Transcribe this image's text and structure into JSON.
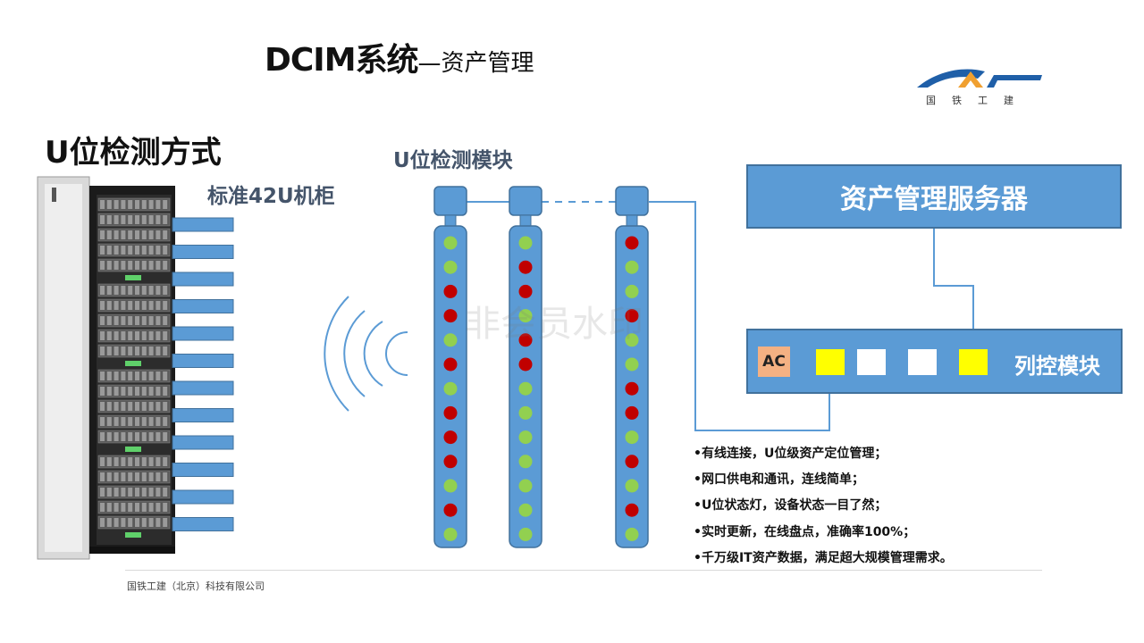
{
  "title": {
    "main": "DCIM系统",
    "sub": "—资产管理"
  },
  "logo": {
    "text": "国铁工建",
    "brand_color": "#1f5fa8",
    "accent_color": "#f0a030"
  },
  "heading_left": "U位检测方式",
  "cabinet_label": "标准42U机柜",
  "module_label": "U位检测模块",
  "server_box": {
    "label": "资产管理服务器"
  },
  "controller": {
    "label": "列控模块",
    "ac_label": "AC",
    "slot_colors": [
      "#ffff00",
      "#ffffff",
      "#ffffff",
      "#ffff00"
    ]
  },
  "strips": [
    {
      "leds": [
        "green",
        "green",
        "red",
        "red",
        "green",
        "red",
        "green",
        "red",
        "red",
        "red",
        "green",
        "red",
        "green"
      ]
    },
    {
      "leds": [
        "green",
        "red",
        "red",
        "green",
        "red",
        "red",
        "green",
        "green",
        "green",
        "green",
        "green",
        "green",
        "green"
      ]
    },
    {
      "leds": [
        "red",
        "green",
        "green",
        "red",
        "green",
        "green",
        "red",
        "red",
        "green",
        "red",
        "green",
        "red",
        "green"
      ]
    }
  ],
  "bullets": [
    "•有线连接，U位级资产定位管理；",
    "•网口供电和通讯，连线简单；",
    "•U位状态灯，设备状态一目了然；",
    "•实时更新，在线盘点，准确率100%；",
    " •千万级IT资产数据，满足超大规模管理需求。"
  ],
  "watermark": "非会员水印",
  "footer": "国铁工建（北京）科技有限公司",
  "colors": {
    "box_fill": "#5b9bd5",
    "box_border": "#41719c",
    "led_green": "#92d050",
    "led_red": "#c00000",
    "wire": "#5b9bd5",
    "signal_wave": "#5b9bd5"
  }
}
